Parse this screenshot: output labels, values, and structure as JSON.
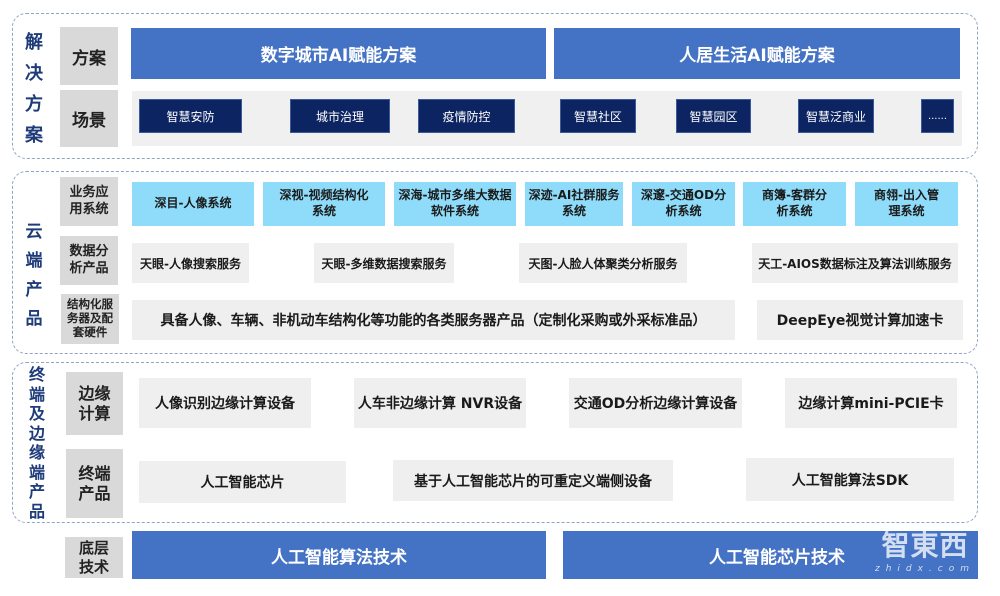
{
  "sections": {
    "solutions": {
      "label": "解决方案",
      "rows": {
        "plans": {
          "label": "方案",
          "items": [
            "数字城市AI赋能方案",
            "人居生活AI赋能方案"
          ]
        },
        "scenarios": {
          "label": "场景",
          "items": [
            "智慧安防",
            "城市治理",
            "疫情防控",
            "智慧社区",
            "智慧园区",
            "智慧泛商业",
            "......"
          ]
        }
      }
    },
    "cloud_products": {
      "label": "云端产品",
      "rows": {
        "business_apps": {
          "label": "业务应用系统",
          "items": [
            "深目-人像系统",
            "深视-视频结构化系统",
            "深海-城市多维大数据软件系统",
            "深迹-AI社群服务系统",
            "深邃-交通OD分析系统",
            "商簿-客群分析系统",
            "商翎-出入管理系统"
          ]
        },
        "data_analysis": {
          "label": "数据分析产品",
          "items": [
            "天眼-人像搜索服务",
            "天眼-多维数据搜索服务",
            "天图-人脸人体聚类分析服务",
            "天工-AIOS数据标注及算法训练服务"
          ]
        },
        "hardware": {
          "label": "结构化服务器及配套硬件",
          "items": [
            "具备人像、车辆、非机动车结构化等功能的各类服务器产品（定制化采购或外采标准品）",
            "DeepEye视觉计算加速卡"
          ]
        }
      }
    },
    "edge_products": {
      "label": "终端及边缘端产品",
      "rows": {
        "edge_computing": {
          "label": "边缘计算",
          "items": [
            "人像识别边缘计算设备",
            "人车非边缘计算 NVR设备",
            "交通OD分析边缘计算设备",
            "边缘计算mini-PCIE卡"
          ]
        },
        "terminal": {
          "label": "终端产品",
          "items": [
            "人工智能芯片",
            "基于人工智能芯片的可重定义端侧设备",
            "人工智能算法SDK"
          ]
        }
      }
    },
    "base_tech": {
      "label": "底层技术",
      "items": [
        "人工智能算法技术",
        "人工智能芯片技术"
      ]
    }
  },
  "watermark": {
    "main": "智東西",
    "sub": "zhidx.com"
  },
  "colors": {
    "blue_bar": "#4472c4",
    "scene_navy": "#0c2461",
    "cyan_box": "#8fdcfa",
    "grey_box": "#efefef",
    "label_grey": "#d9d9d9",
    "section_label": "#1f3c7a",
    "dashed_border": "#8fa3c4"
  }
}
